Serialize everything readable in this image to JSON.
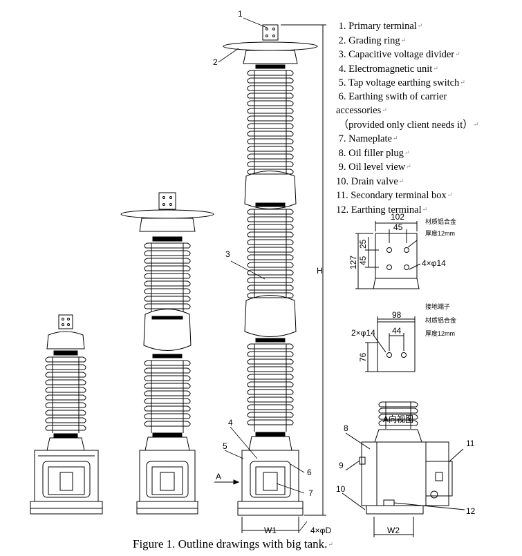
{
  "legend": {
    "items": [
      "1. Primary terminal",
      "2. Grading ring",
      "3. Capacitive voltage divider",
      "4. Electromagnetic unit",
      "5. Tap voltage earthing switch",
      "6. Earthing swith of carrier",
      "accessories",
      "（provided only client needs it）",
      "7. Nameplate",
      "8. Oil filler plug",
      "9. Oil level view",
      "10. Drain valve",
      "11. Secondary terminal box",
      "12. Earthing terminal"
    ]
  },
  "callouts": [
    "1",
    "2",
    "3",
    "4",
    "5",
    "6",
    "7",
    "8",
    "9",
    "10",
    "11",
    "12"
  ],
  "dimensions": {
    "height": "H",
    "w1": "W1",
    "w2": "W2",
    "hole": "4×φD",
    "arrow_a": "A",
    "view_a": "A向视图"
  },
  "primary_terminal_detail": {
    "width": "102",
    "hole_spacing": "45",
    "v_45": "45",
    "v_25": "25",
    "height": "127",
    "holes": "4×φ14",
    "material": "材质铝合金",
    "thickness": "厚度12mm"
  },
  "earthing_terminal_detail": {
    "title": "接地端子",
    "width": "98",
    "hole_spacing": "44",
    "height": "76",
    "holes": "2×φ14",
    "material": "材质铝合金",
    "thickness": "厚度12mm"
  },
  "caption": "Figure 1. Outline drawings with big tank."
}
